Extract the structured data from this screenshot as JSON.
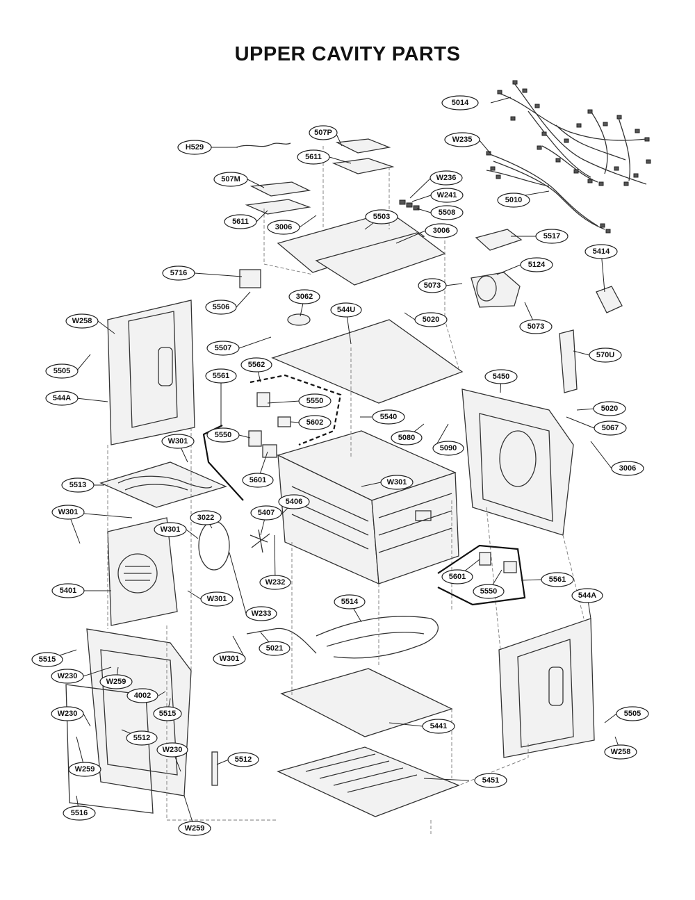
{
  "title": "UPPER CAVITY PARTS",
  "callouts": [
    {
      "id": "c1",
      "text": "5014"
    },
    {
      "id": "c2",
      "text": "W235"
    },
    {
      "id": "c3",
      "text": "507P"
    },
    {
      "id": "c4",
      "text": "H529"
    },
    {
      "id": "c5",
      "text": "5611"
    },
    {
      "id": "c6",
      "text": "W236"
    },
    {
      "id": "c7",
      "text": "507M"
    },
    {
      "id": "c8",
      "text": "W241"
    },
    {
      "id": "c9",
      "text": "5010"
    },
    {
      "id": "c10",
      "text": "5508"
    },
    {
      "id": "c11",
      "text": "5611"
    },
    {
      "id": "c12",
      "text": "3006"
    },
    {
      "id": "c13",
      "text": "5503"
    },
    {
      "id": "c14",
      "text": "3006"
    },
    {
      "id": "c15",
      "text": "5517"
    },
    {
      "id": "c16",
      "text": "5414"
    },
    {
      "id": "c17",
      "text": "5716"
    },
    {
      "id": "c18",
      "text": "5124"
    },
    {
      "id": "c19",
      "text": "5073"
    },
    {
      "id": "c20",
      "text": "5506"
    },
    {
      "id": "c21",
      "text": "3062"
    },
    {
      "id": "c22",
      "text": "544U"
    },
    {
      "id": "c23",
      "text": "5020"
    },
    {
      "id": "c24",
      "text": "5073"
    },
    {
      "id": "c25",
      "text": "W258"
    },
    {
      "id": "c26",
      "text": "5507"
    },
    {
      "id": "c27",
      "text": "570U"
    },
    {
      "id": "c28",
      "text": "5505"
    },
    {
      "id": "c29",
      "text": "5562"
    },
    {
      "id": "c30",
      "text": "5450"
    },
    {
      "id": "c31",
      "text": "544A"
    },
    {
      "id": "c32",
      "text": "5561"
    },
    {
      "id": "c33",
      "text": "5550"
    },
    {
      "id": "c34",
      "text": "5020"
    },
    {
      "id": "c35",
      "text": "5540"
    },
    {
      "id": "c36",
      "text": "5602"
    },
    {
      "id": "c37",
      "text": "5067"
    },
    {
      "id": "c38",
      "text": "5550"
    },
    {
      "id": "c39",
      "text": "5080"
    },
    {
      "id": "c40",
      "text": "W301"
    },
    {
      "id": "c41",
      "text": "5090"
    },
    {
      "id": "c42",
      "text": "3006"
    },
    {
      "id": "c43",
      "text": "5601"
    },
    {
      "id": "c44",
      "text": "5513"
    },
    {
      "id": "c45",
      "text": "W301"
    },
    {
      "id": "c46",
      "text": "5406"
    },
    {
      "id": "c47",
      "text": "W301"
    },
    {
      "id": "c48",
      "text": "5407"
    },
    {
      "id": "c49",
      "text": "3022"
    },
    {
      "id": "c50",
      "text": "W301"
    },
    {
      "id": "c51",
      "text": "W232"
    },
    {
      "id": "c52",
      "text": "5601"
    },
    {
      "id": "c53",
      "text": "5561"
    },
    {
      "id": "c54",
      "text": "5401"
    },
    {
      "id": "c55",
      "text": "5550"
    },
    {
      "id": "c56",
      "text": "W301"
    },
    {
      "id": "c57",
      "text": "544A"
    },
    {
      "id": "c58",
      "text": "W233"
    },
    {
      "id": "c59",
      "text": "5514"
    },
    {
      "id": "c60",
      "text": "5515"
    },
    {
      "id": "c61",
      "text": "W301"
    },
    {
      "id": "c62",
      "text": "5021"
    },
    {
      "id": "c63",
      "text": "W230"
    },
    {
      "id": "c64",
      "text": "W259"
    },
    {
      "id": "c65",
      "text": "4002"
    },
    {
      "id": "c66",
      "text": "5505"
    },
    {
      "id": "c67",
      "text": "5515"
    },
    {
      "id": "c68",
      "text": "W230"
    },
    {
      "id": "c69",
      "text": "5441"
    },
    {
      "id": "c70",
      "text": "5512"
    },
    {
      "id": "c71",
      "text": "W258"
    },
    {
      "id": "c72",
      "text": "W230"
    },
    {
      "id": "c73",
      "text": "5512"
    },
    {
      "id": "c74",
      "text": "W259"
    },
    {
      "id": "c75",
      "text": "5451"
    },
    {
      "id": "c76",
      "text": "5516"
    },
    {
      "id": "c77",
      "text": "W259"
    }
  ]
}
